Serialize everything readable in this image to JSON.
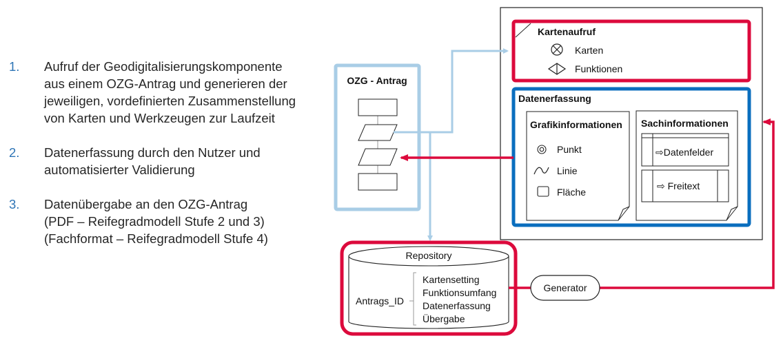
{
  "steps": [
    {
      "num": "1.",
      "text": "Aufruf der Geodigitalisierungskomponente\naus einem OZG-Antrag und generieren der\njeweiligen, vordefinierten Zusammenstellung\nvon Karten und Werkzeugen zur Laufzeit"
    },
    {
      "num": "2.",
      "text": "Datenerfassung durch den Nutzer und\nautomatisierter Validierung"
    },
    {
      "num": "3.",
      "text": "Datenübergabe an den OZG-Antrag\n(PDF – Reifegradmodell Stufe 2 und 3)\n(Fachformat – Reifegradmodell Stufe 4)"
    }
  ],
  "ozg": {
    "title": "OZG - Antrag"
  },
  "kartenaufruf": {
    "title": "Kartenaufruf",
    "items": [
      {
        "icon": "circle-x-icon",
        "label": "Karten"
      },
      {
        "icon": "diamond-icon",
        "label": "Funktionen"
      }
    ]
  },
  "datenerfassung": {
    "title": "Datenerfassung",
    "grafik": {
      "title": "Grafikinformationen",
      "items": [
        {
          "icon": "point-icon",
          "label": "Punkt"
        },
        {
          "icon": "line-icon",
          "label": "Linie"
        },
        {
          "icon": "area-icon",
          "label": "Fläche"
        }
      ]
    },
    "sach": {
      "title": "Sachinformationen",
      "items": [
        {
          "icon": "arrow-right-icon",
          "label": "⇨Datenfelder"
        },
        {
          "icon": "arrow-right-icon",
          "label": "⇨ Freitext"
        }
      ]
    }
  },
  "repository": {
    "title": "Repository",
    "key": "Antrags_ID",
    "fields": [
      "Kartensetting",
      "Funktionsumfang",
      "Datenerfassung",
      "Übergabe"
    ]
  },
  "generator": {
    "label": "Generator"
  },
  "colors": {
    "red": "#dc0a3c",
    "blue": "#0a6ebe",
    "lightblue": "#a9cde6",
    "number": "#2e75b6"
  }
}
